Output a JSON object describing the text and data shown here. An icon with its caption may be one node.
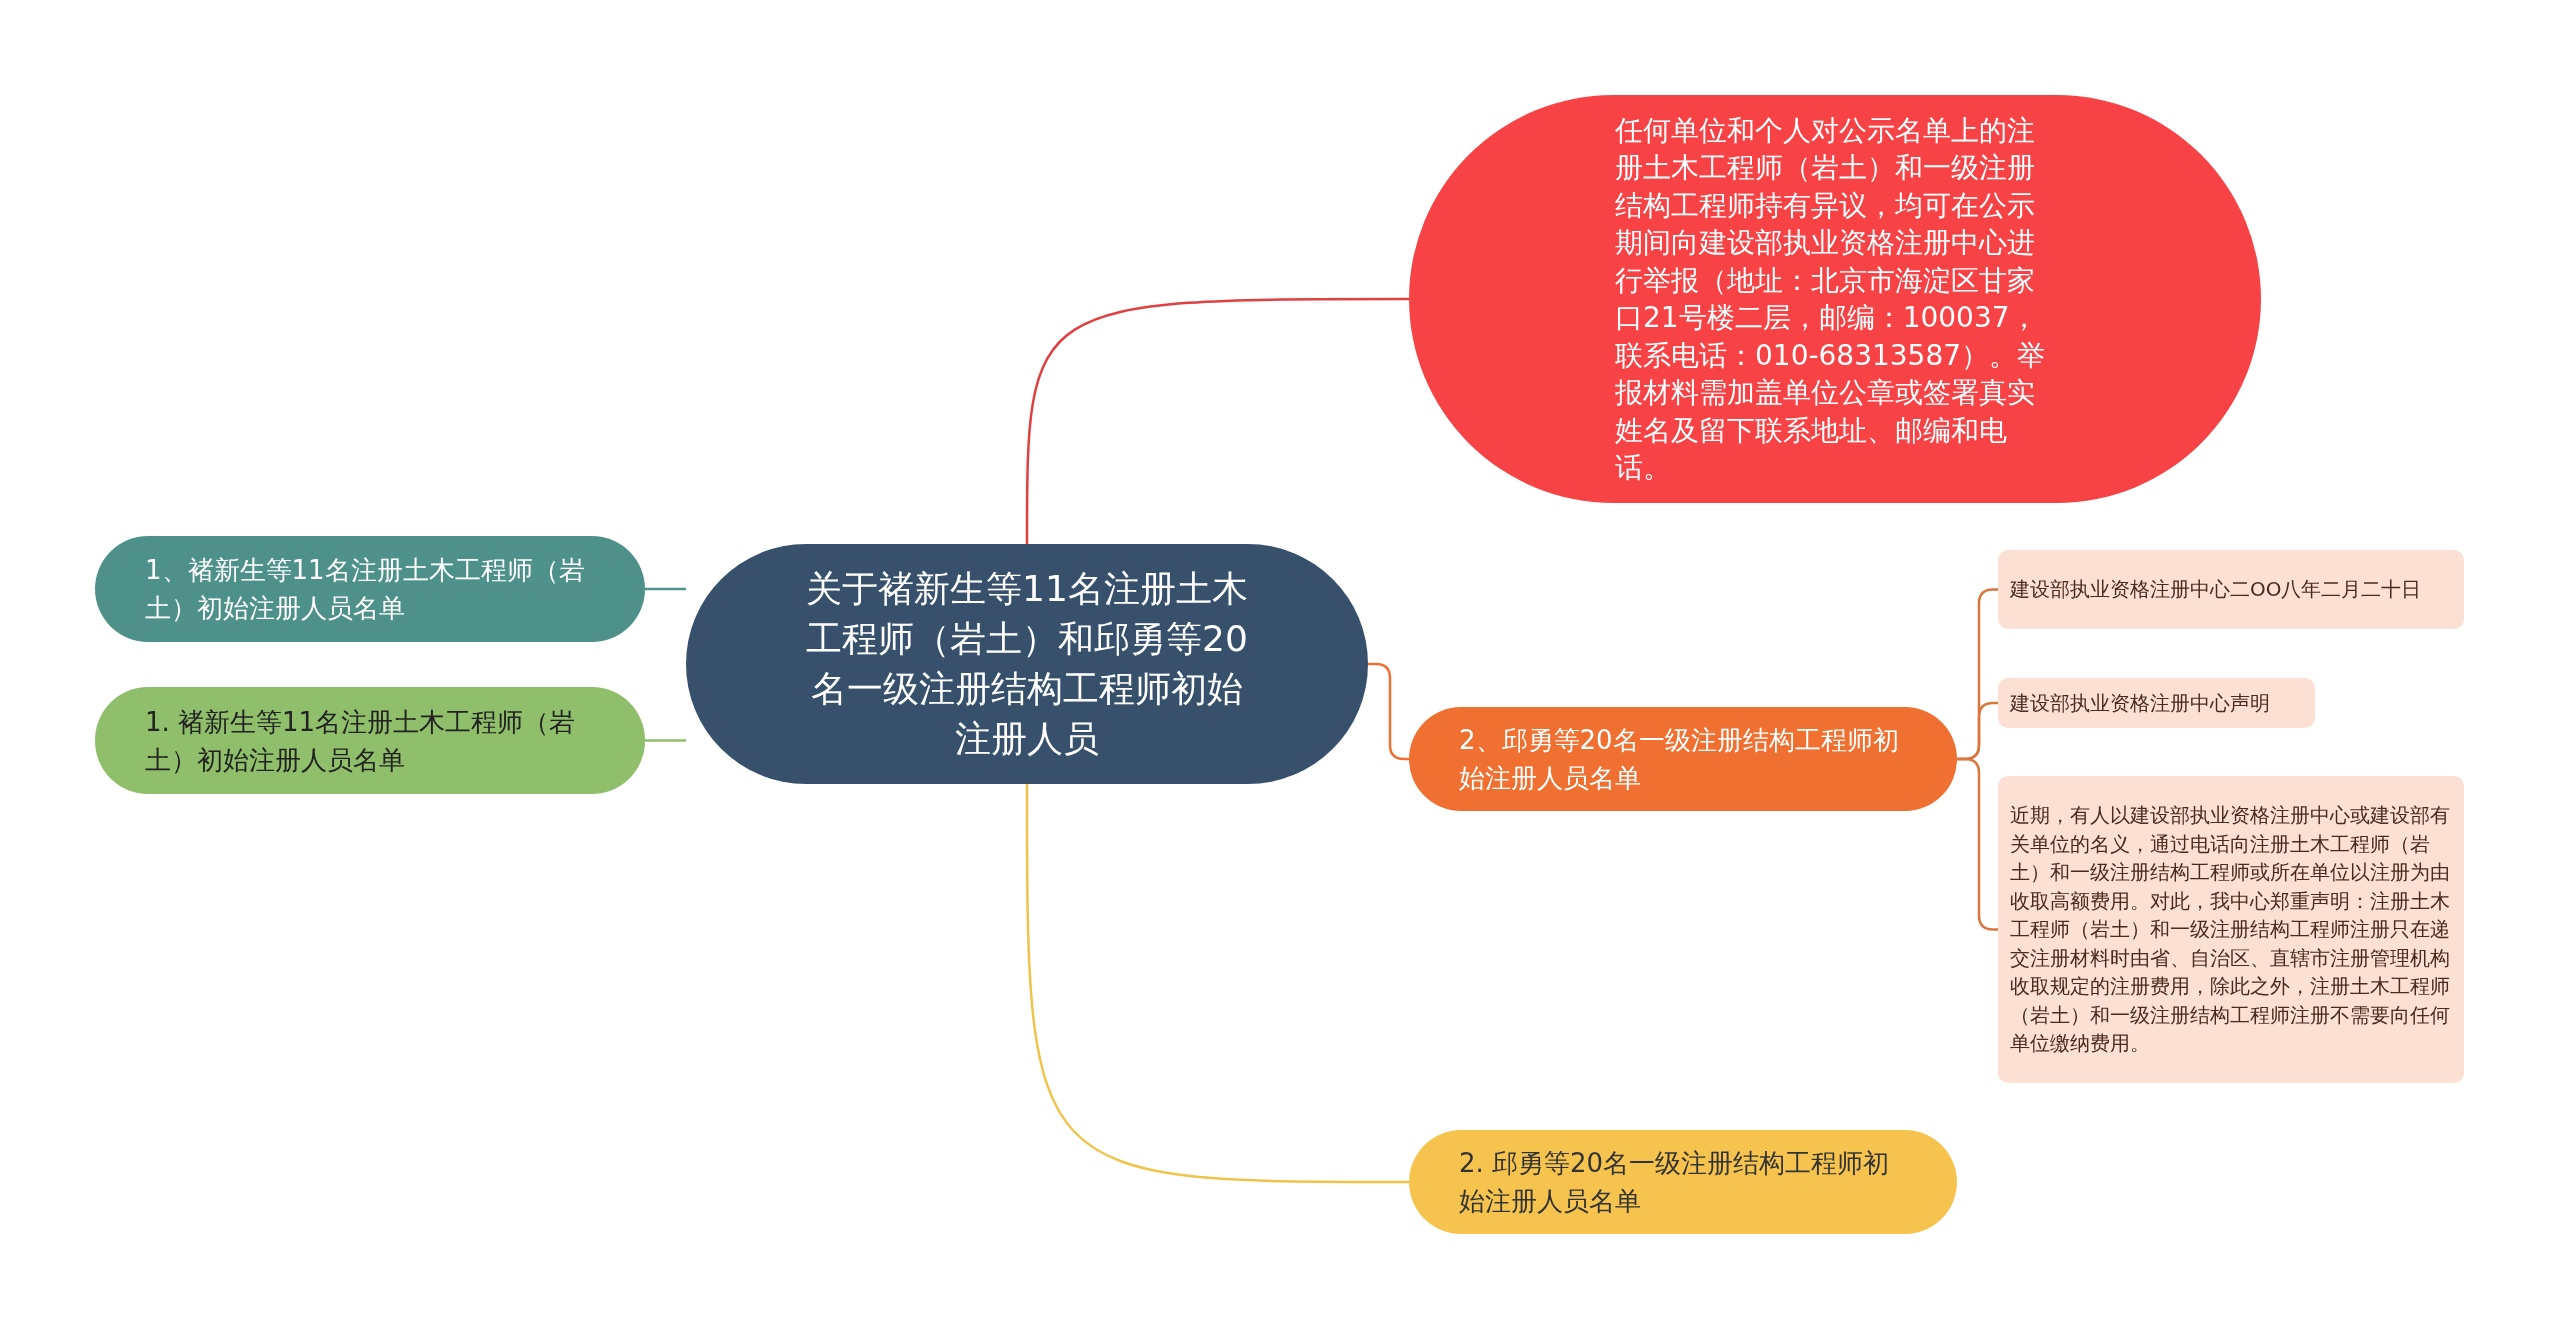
{
  "diagram": {
    "nodes": [
      {
        "text": [
          "关于褚新生等11名注册土木工程师（岩土）和邱勇等20名一级注册结构工程师初始注册人员"
        ]
      },
      {
        "text": [
          "任何单位和个人对公示名单上的注册土木工程师（岩土）和一级注册结构工程师持有异议，均可在公示期间向建设部执业资格注册中心进行举报（地址：北京市海淀区甘家口21号楼二层，邮编：100037，联系电话：010-68313587）。举报材料需加盖单位公章或签署真实姓名及留下联系地址、邮编和电话。"
        ]
      },
      {
        "text": [
          "1、褚新生等11名注册土木工程师（岩土）初始注册人员名单"
        ]
      },
      {
        "text": [
          "1. 褚新生等11名注册土木工程师（岩土）初始注册人员名单"
        ]
      },
      {
        "text": [
          "2、邱勇等20名一级注册结构工程师初始注册人员名单"
        ]
      },
      {
        "text": [
          "建设部执业资格注册中心二OO八年二月二十日"
        ]
      },
      {
        "text": [
          "建设部执业资格注册中心声明"
        ]
      },
      {
        "text": [
          "近期，有人以建设部执业资格注册中心或建设部有关单位的名义，通过电话向注册土木工程师（岩土）和一级注册结构工程师或所在单位以注册为由收取高额费用。对此，我中心郑重声明：注册土木工程师（岩土）和一级注册结构工程师注册只在递交注册材料时由省、自治区、直辖市注册管理机构收取规定的注册费用，除此之外，注册土木工程师（岩土）和一级注册结构工程师注册不需要向任何单位缴纳费用。"
        ]
      },
      {
        "text": [
          "2. 邱勇等20名一级注册结构工程师初始注册人员名单"
        ]
      }
    ],
    "edges": [
      {
        "from": 0,
        "to": 1,
        "arrow": "none",
        "color": "#e0403f"
      },
      {
        "from": 0,
        "to": 2,
        "arrow": "none",
        "color": "#4e918b"
      },
      {
        "from": 0,
        "to": 3,
        "arrow": "none",
        "color": "#8fbf6a"
      },
      {
        "from": 0,
        "to": 4,
        "arrow": "none",
        "color": "#ef7030"
      },
      {
        "from": 4,
        "to": 5,
        "arrow": "none",
        "color": "#d9773c"
      },
      {
        "from": 4,
        "to": 6,
        "arrow": "none",
        "color": "#d9773c"
      },
      {
        "from": 4,
        "to": 7,
        "arrow": "none",
        "color": "#d9773c"
      },
      {
        "from": 0,
        "to": 8,
        "arrow": "none",
        "color": "#f0c44c"
      }
    ]
  }
}
